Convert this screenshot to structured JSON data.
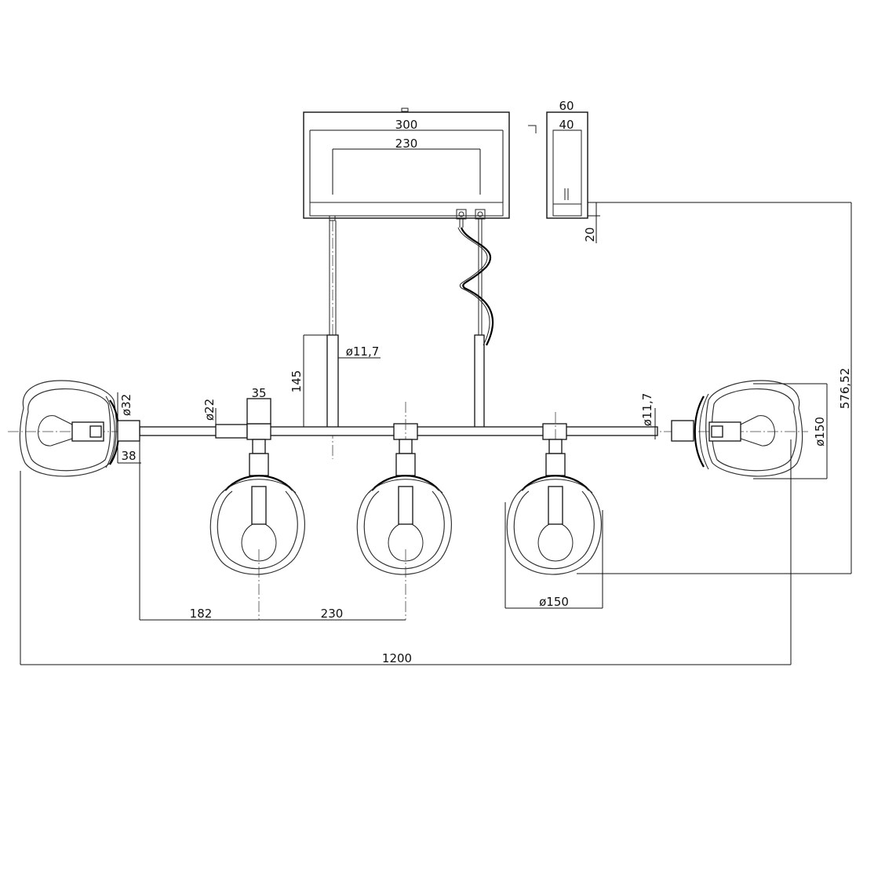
{
  "drawing": {
    "canopy_labels": {
      "outer_width": "300",
      "inner_width": "230",
      "section_width": "60",
      "section_inner": "40",
      "canopy_height": "20"
    },
    "arm_labels": {
      "rod_diameter": "ø11,7",
      "rod_length": "145",
      "arm_diameter_right": "ø11,7",
      "collar_diameter": "ø22",
      "collar_width": "35",
      "end_cap_diameter": "ø32",
      "end_cap_width": "38"
    },
    "overall_labels": {
      "total_height": "576,52",
      "side_globe_diameter": "ø150",
      "globe_diameter": "ø150",
      "offset_first": "182",
      "spacing": "230",
      "total_length": "1200"
    }
  }
}
